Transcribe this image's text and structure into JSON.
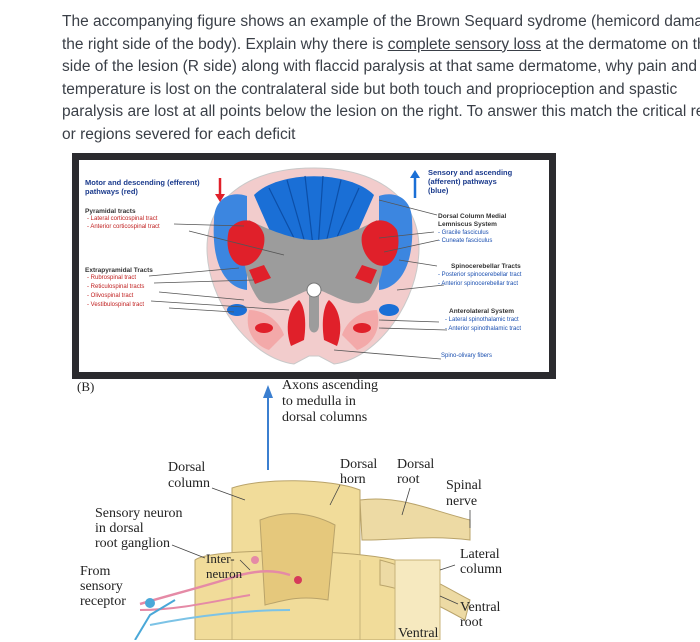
{
  "question": {
    "line1": "The accompanying figure shows an example of the Brown Sequard sydrome (hemicord damage o",
    "line2_a": "the right side of the body). Explain why there is ",
    "line2_u": "complete sensory loss",
    "line2_b": " at the dermatome on the",
    "line3": "side of the lesion (R side) along with flaccid paralysis at that same dermatome, why pain and",
    "line4": "temperature is lost on the contralateral side but both touch and proprioception and spastic",
    "line5": "paralysis are lost at all points below the lesion on the right. To answer this match the critical regio",
    "line6": "or regions severed for each deficit"
  },
  "figure_a": {
    "motor_title": "Motor and descending (efferent)",
    "motor_sub": "pathways  (red)",
    "pyramidal": "Pyramidal tracts",
    "lat_cortico": "- Lateral corticospinal tract",
    "ant_cortico": "- Anterior corticospinal tract",
    "extrapyramidal": "Extrapyramidal Tracts",
    "rubro": "- Rubrospinal tract",
    "reticulo": "- Reticulospinal tracts",
    "olivo": "- Olivospinal tract",
    "vestibulo": "- Vestibulospinal tract",
    "sensory_title": "Sensory and ascending",
    "sensory_sub1": "(afferent) pathways",
    "sensory_sub2": "(blue)",
    "dorsal_col": "Dorsal Column Medial",
    "lemniscus": "Lemniscus System",
    "gracile": "- Gracile fasciculus",
    "cuneate": "- Cuneate fasciculus",
    "spinocereb": "Spinocerebellar Tracts",
    "post_spinocereb": "- Posterior spinocerebellar tract",
    "ant_spinocereb": "- Anterior spinocerebellar tract",
    "anterolateral": "Anterolateral System",
    "lat_spinothal": "- Lateral spinothalamic tract",
    "ant_spinothal": "- Anterior spinothalamic tract",
    "spino_olivary": "Spino-olivary fibers",
    "tag_b": "(B)"
  },
  "figure_b": {
    "axons1": "Axons ascending",
    "axons2": "to medulla in",
    "axons3": "dorsal columns",
    "dorsal_column1": "Dorsal",
    "dorsal_column2": "column",
    "dorsal_horn1": "Dorsal",
    "dorsal_horn2": "horn",
    "dorsal_root1": "Dorsal",
    "dorsal_root2": "root",
    "spinal_nerve1": "Spinal",
    "spinal_nerve2": "nerve",
    "sensory_neuron1": "Sensory neuron",
    "sensory_neuron2": "in dorsal",
    "sensory_neuron3": "root ganglion",
    "interneuron1": "Inter-",
    "interneuron2": "neuron",
    "from1": "From",
    "from2": "sensory",
    "from3": "receptor",
    "lateral1": "Lateral",
    "lateral2": "column",
    "ventral_root1": "Ventral",
    "ventral_root2": "root",
    "ventral_bottom": "Ventral"
  },
  "colors": {
    "motor_red": "#e0202a",
    "sensory_blue": "#1a6fd6",
    "grey_matter": "#9c9c9c",
    "text": "#3a3f47"
  }
}
